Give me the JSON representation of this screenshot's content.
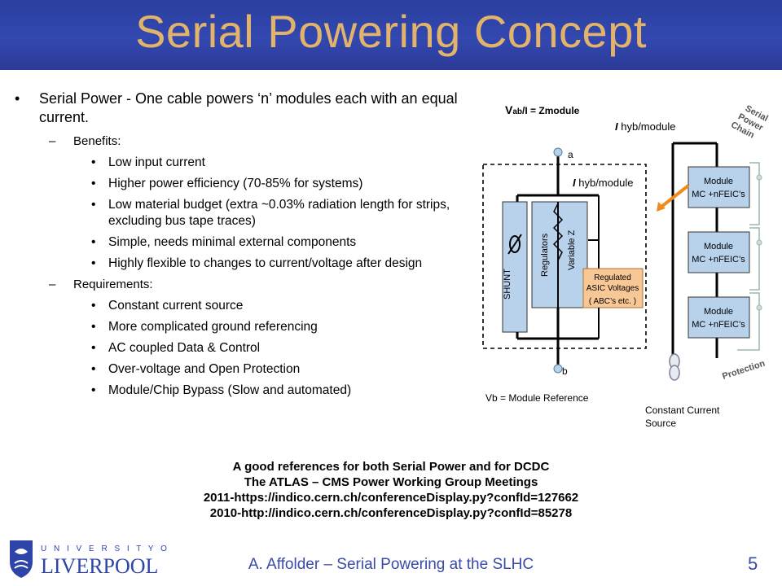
{
  "slide": {
    "title": "Serial Powering Concept",
    "page_number": "5",
    "footer": "A. Affolder – Serial Powering at the SLHC"
  },
  "bullets": [
    {
      "level": 1,
      "marker": "•",
      "text": "Serial Power -  One cable powers  ‘n’ modules  each with an equal current."
    },
    {
      "level": 2,
      "marker": "–",
      "text": "Benefits:"
    },
    {
      "level": 3,
      "marker": "•",
      "text": "Low input current"
    },
    {
      "level": 3,
      "marker": "•",
      "text": "Higher power efficiency (70-85% for systems)"
    },
    {
      "level": 3,
      "marker": "•",
      "text": "Low material budget (extra ~0.03% radiation length for strips, excluding bus tape traces)"
    },
    {
      "level": 3,
      "marker": "•",
      "text": "Simple, needs minimal external components"
    },
    {
      "level": 3,
      "marker": "•",
      "text": "Highly flexible to changes to current/voltage after design"
    },
    {
      "level": 2,
      "marker": "–",
      "text": " Requirements:"
    },
    {
      "level": 3,
      "marker": "•",
      "text": "Constant current source"
    },
    {
      "level": 3,
      "marker": "•",
      "text": "More complicated ground referencing"
    },
    {
      "level": 3,
      "marker": "•",
      "text": "AC coupled Data & Control"
    },
    {
      "level": 3,
      "marker": "•",
      "text": "Over-voltage and Open Protection"
    },
    {
      "level": 3,
      "marker": "•",
      "text": "Module/Chip Bypass (Slow and automated)"
    }
  ],
  "diagram": {
    "vab_label": "V",
    "vab_sub": "ab",
    "vab_rest": "/I = Zmodule",
    "ihyb_sym": "I",
    "ihyb_text": " hyb/module",
    "node_a": "a",
    "node_b": "b",
    "shunt": "SHUNT",
    "regulators": "Regulators",
    "variable_z": "Variable Z",
    "regulated_1": "Regulated",
    "regulated_2": "ASIC Voltages",
    "regulated_3": "( ABC’s etc. )",
    "vb_label": "Vb = Module Reference",
    "chain_1": "Serial",
    "chain_2": "Power",
    "chain_3": "Chain",
    "module_1": "Module",
    "module_2": "MC +nFEIC’s",
    "protection": "Protection",
    "source_1": "Constant  Current",
    "source_2": "Source"
  },
  "refs": [
    "A good references for both Serial Power and for DCDC",
    "The ATLAS – CMS  Power Working Group Meetings",
    "2011-https://indico.cern.ch/conferenceDisplay.py?confId=127662",
    "2010-http://indico.cern.ch/conferenceDisplay.py?confId=85278"
  ],
  "logo": {
    "top": "U N I V E R S I T Y   O F",
    "bottom": "LIVERPOOL"
  },
  "colors": {
    "header_blue": "#2f44a8",
    "title_gold": "#e2b36a",
    "footer_blue": "#3a4aa8",
    "regulated_box": "#f7c896",
    "block_blue": "#b9d2ec",
    "module_box": "#b9d2ec",
    "arrow_orange": "#f08a1c"
  }
}
